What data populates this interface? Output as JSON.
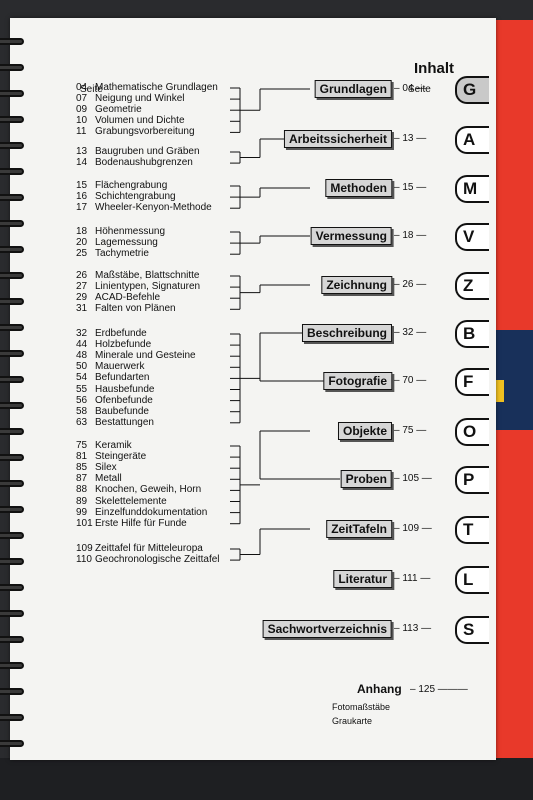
{
  "title": "Inhalt",
  "col_left": "Seite",
  "col_right": "Seite",
  "groups": [
    {
      "items": [
        [
          "04",
          "Mathematische Grundlagen"
        ],
        [
          "07",
          "Neigung und Winkel"
        ],
        [
          "09",
          "Geometrie"
        ],
        [
          "10",
          "Volumen und Dichte"
        ],
        [
          "11",
          "Grabungsvorbereitung"
        ]
      ],
      "section": "Grundlagen",
      "page": "04",
      "tab": "G"
    },
    {
      "items": [
        [
          "13",
          "Baugruben und Gräben"
        ],
        [
          "14",
          "Bodenaushubgrenzen"
        ]
      ],
      "section": "Arbeitssicherheit",
      "page": "13",
      "tab": "A"
    },
    {
      "items": [
        [
          "15",
          "Flächengrabung"
        ],
        [
          "16",
          "Schichtengrabung"
        ],
        [
          "17",
          "Wheeler-Kenyon-Methode"
        ]
      ],
      "section": "Methoden",
      "page": "15",
      "tab": "M"
    },
    {
      "items": [
        [
          "18",
          "Höhenmessung"
        ],
        [
          "20",
          "Lagemessung"
        ],
        [
          "25",
          "Tachymetrie"
        ]
      ],
      "section": "Vermessung",
      "page": "18",
      "tab": "V"
    },
    {
      "items": [
        [
          "26",
          "Maßstäbe, Blattschnitte"
        ],
        [
          "27",
          "Linientypen, Signaturen"
        ],
        [
          "29",
          "ACAD-Befehle"
        ],
        [
          "31",
          "Falten von Plänen"
        ]
      ],
      "section": "Zeichnung",
      "page": "26",
      "tab": "Z"
    },
    {
      "items": [
        [
          "32",
          "Erdbefunde"
        ],
        [
          "44",
          "Holzbefunde"
        ],
        [
          "48",
          "Minerale und Gesteine"
        ],
        [
          "50",
          "Mauerwerk"
        ],
        [
          "54",
          "Befundarten"
        ],
        [
          "55",
          "Hausbefunde"
        ],
        [
          "56",
          "Ofenbefunde"
        ],
        [
          "58",
          "Baubefunde"
        ],
        [
          "63",
          "Bestattungen"
        ]
      ],
      "sections": [
        {
          "section": "Beschreibung",
          "page": "32",
          "tab": "B"
        },
        {
          "section": "Fotografie",
          "page": "70",
          "tab": "F"
        }
      ]
    },
    {
      "items": [
        [
          "75",
          "Keramik"
        ],
        [
          "81",
          "Steingeräte"
        ],
        [
          "85",
          "Silex"
        ],
        [
          "87",
          "Metall"
        ],
        [
          "88",
          "Knochen, Geweih, Horn"
        ],
        [
          "89",
          "Skelettelemente"
        ],
        [
          "99",
          "Einzelfunddokumentation"
        ],
        [
          "101",
          "Erste Hilfe für Funde"
        ]
      ],
      "sections": [
        {
          "section": "Objekte",
          "page": "75",
          "tab": "O"
        },
        {
          "section": "Proben",
          "page": "105",
          "tab": "P"
        }
      ]
    },
    {
      "items": [
        [
          "109",
          "Zeittafel für Mitteleuropa"
        ],
        [
          "110",
          "Geochronologische Zeittafel"
        ]
      ],
      "section": "ZeitTafeln",
      "page": "109",
      "tab": "T"
    }
  ],
  "literatur": {
    "section": "Literatur",
    "page": "111",
    "tab": "L"
  },
  "sachwort": {
    "section": "Sachwortverzeichnis",
    "page": "113",
    "tab": "S"
  },
  "anhang": {
    "label": "Anhang",
    "page": "125",
    "sub": [
      "Fotomaßstäbe",
      "Graukarte"
    ]
  },
  "colors": {
    "box_fill": "#d6d6d6",
    "active_tab": "#c9c9c9",
    "backdrop": "#e8392a"
  }
}
